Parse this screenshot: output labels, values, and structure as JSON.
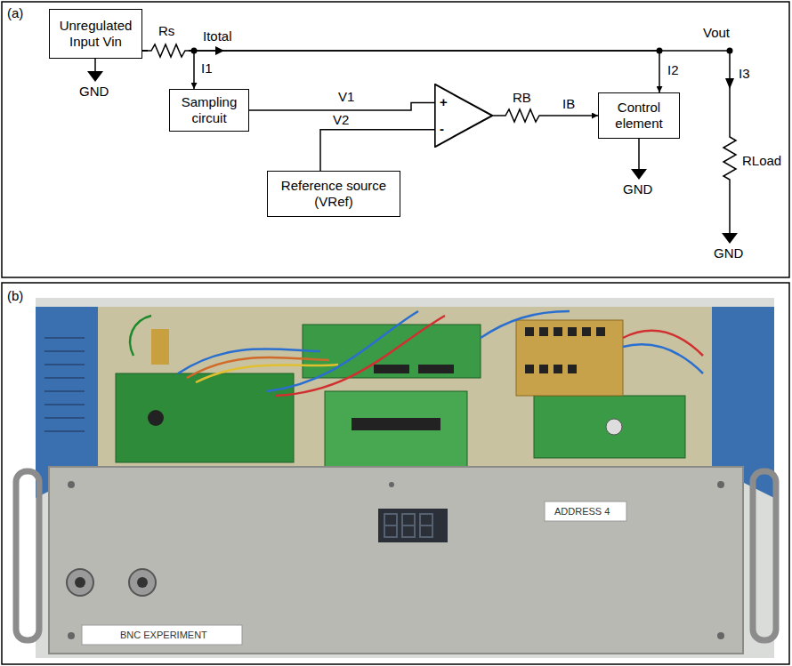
{
  "diagram": {
    "nodes": [
      {
        "text": [
          "Unregulated Input Vin"
        ]
      },
      {
        "text": [
          "Sampling circuit"
        ]
      },
      {
        "text": [
          "+",
          "-"
        ]
      },
      {
        "text": [
          "Reference source (VRef)"
        ]
      },
      {
        "text": [
          "Control element"
        ]
      }
    ],
    "edges": [
      {
        "from": 0,
        "to": 1,
        "arrow": "to",
        "label": "I1"
      },
      {
        "from": 1,
        "to": 2,
        "arrow": "none",
        "label": "V1"
      },
      {
        "from": 3,
        "to": 2,
        "arrow": "none",
        "label": "V2"
      },
      {
        "from": 2,
        "to": 4,
        "arrow": "to",
        "label": "IB"
      },
      {
        "from": 0,
        "to": 4,
        "arrow": "to",
        "label": "I2"
      }
    ],
    "labels": [
      "(a)",
      "Rs",
      "Itotal",
      "I3",
      "Vout",
      "RB",
      "GND",
      "GND",
      "RLoad",
      "GND",
      "(b)",
      "ADDRESS 4",
      "BNC EXPERIMENT"
    ]
  }
}
